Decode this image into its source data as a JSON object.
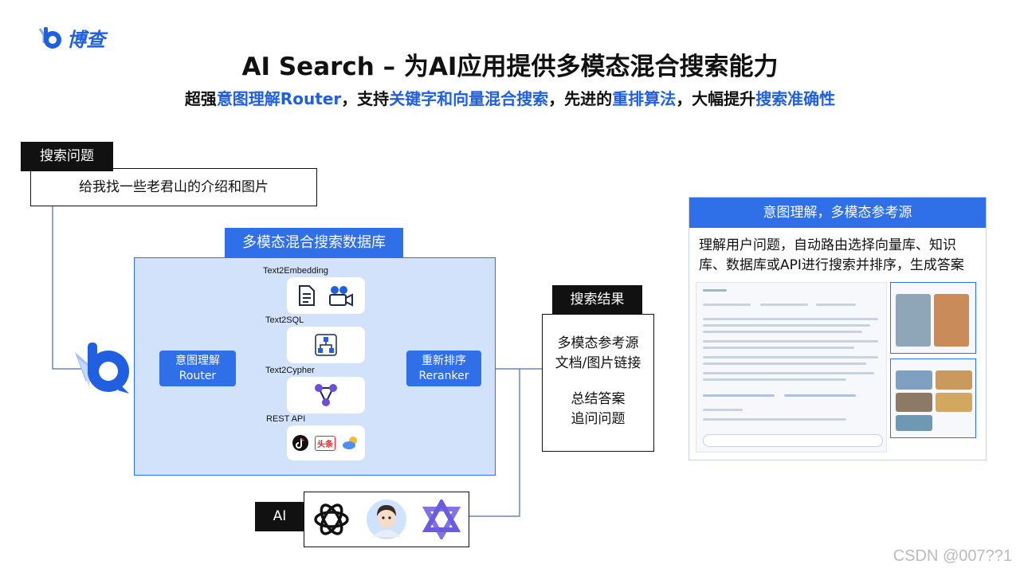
{
  "brand": {
    "name": "博查",
    "icon": "bocha-logo-icon"
  },
  "header": {
    "title": "AI Search – 为AI应用提供多模态混合搜索能力",
    "subtitle": [
      {
        "text": "超强",
        "highlight": false
      },
      {
        "text": "意图理解Router",
        "highlight": true
      },
      {
        "text": "，支持",
        "highlight": false
      },
      {
        "text": "关键字和向量混合搜索",
        "highlight": true
      },
      {
        "text": "，先进的",
        "highlight": false
      },
      {
        "text": "重排算法",
        "highlight": true
      },
      {
        "text": "，大幅提升",
        "highlight": false
      },
      {
        "text": "搜索准确性",
        "highlight": true
      }
    ]
  },
  "query": {
    "tag": "搜索问题",
    "text": "给我找一些老君山的介绍和图片"
  },
  "database": {
    "title": "多模态混合搜索数据库",
    "router": {
      "line1": "意图理解",
      "line2": "Router"
    },
    "reranker": {
      "line1": "重新排序",
      "line2": "Reranker"
    },
    "tools": [
      {
        "label": "Text2Embedding",
        "icons": [
          "document-icon",
          "video-camera-icon"
        ]
      },
      {
        "label": "Text2SQL",
        "icons": [
          "sitemap-icon"
        ]
      },
      {
        "label": "Text2Cypher",
        "icons": [
          "graph-icon"
        ]
      },
      {
        "label": "REST API",
        "icons": [
          "tiktok-icon",
          "toutiao-icon",
          "weather-icon"
        ]
      }
    ],
    "toutiao_text": "头条"
  },
  "results": {
    "tag": "搜索结果",
    "group1": [
      "多模态参考源",
      "文档/图片链接"
    ],
    "group2": [
      "总结答案",
      "追问问题"
    ]
  },
  "ai": {
    "tag": "AI",
    "icons": [
      "openai-icon",
      "avatar-icon",
      "star-logo-icon"
    ]
  },
  "right_card": {
    "title": "意图理解，多模态参考源",
    "description": "理解用户问题，自动路由选择向量库、知识库、数据库或API进行搜索并排序，生成答案"
  },
  "watermark": "CSDN @007??1",
  "colors": {
    "accent": "#2f6fe8",
    "panel": "#d3e2fb",
    "dark": "#111111"
  }
}
